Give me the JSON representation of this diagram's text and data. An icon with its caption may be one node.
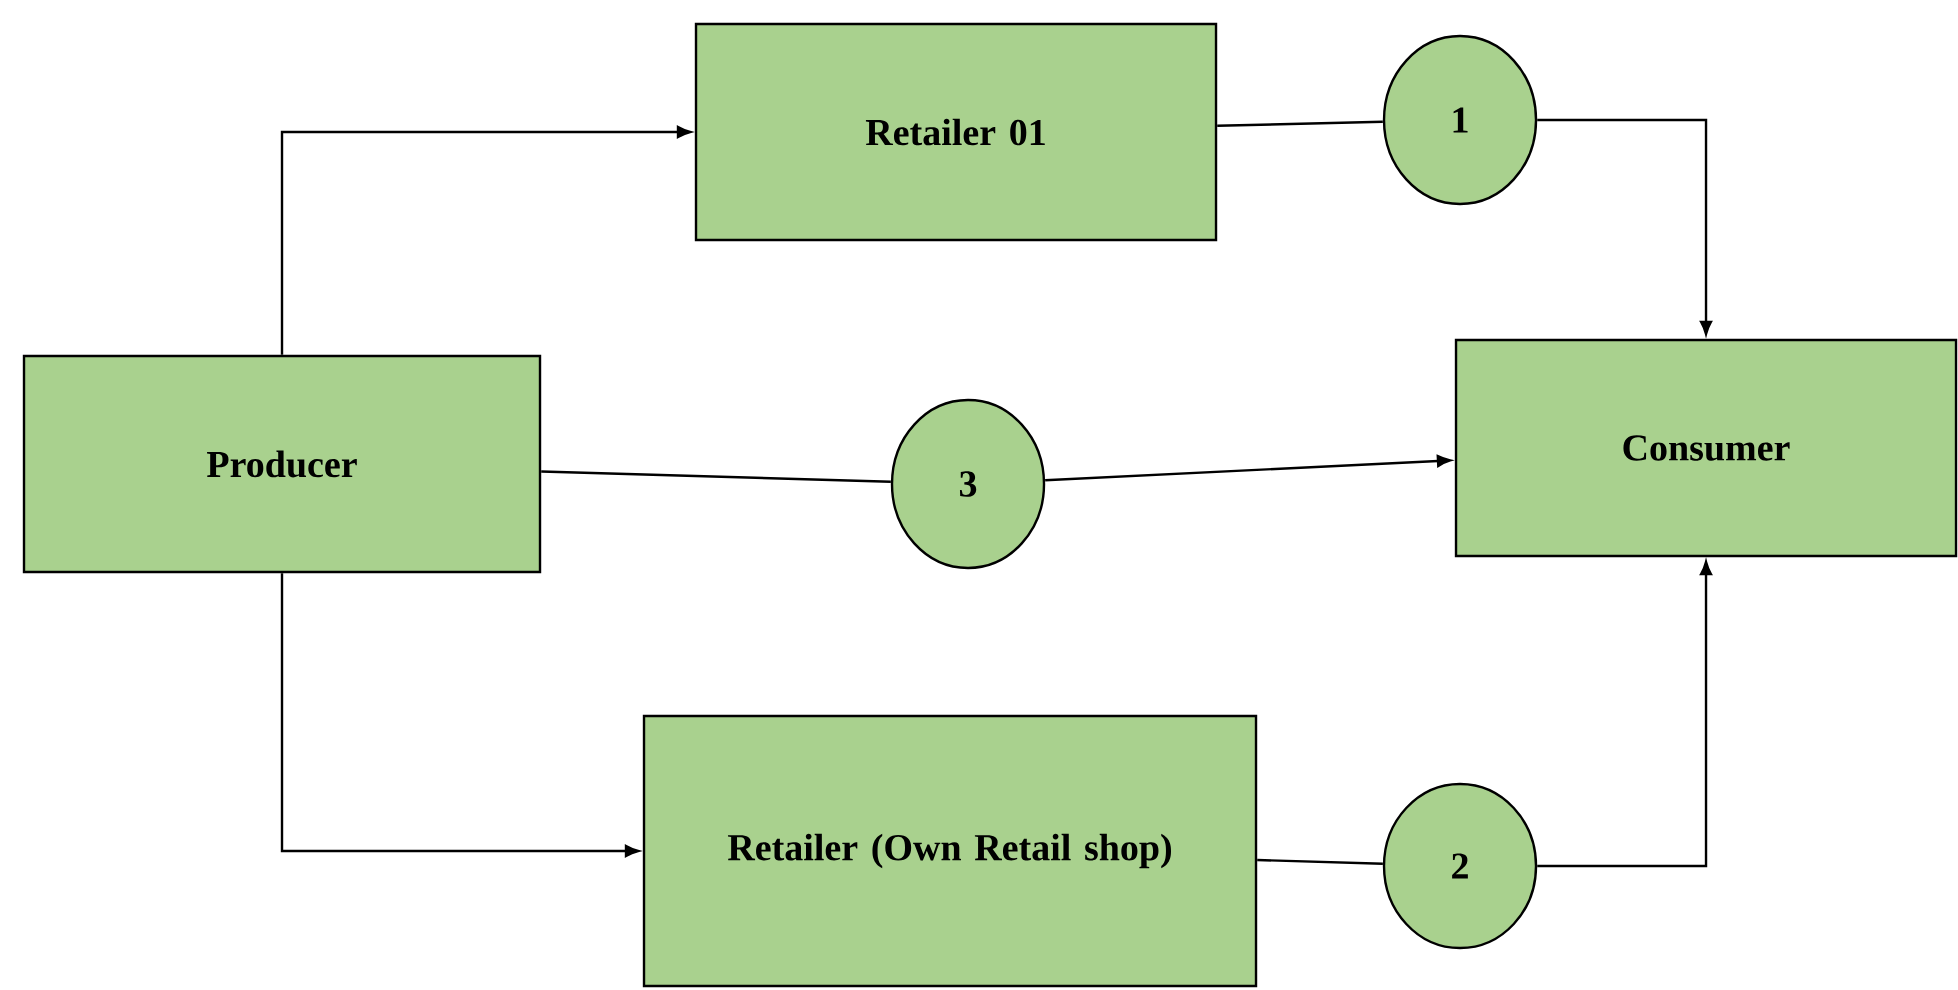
{
  "diagram": {
    "nodes": [
      {
        "text": [
          "Retailer 01"
        ]
      },
      {
        "text": [
          "1"
        ]
      },
      {
        "text": [
          "Producer"
        ]
      },
      {
        "text": [
          "3"
        ]
      },
      {
        "text": [
          "Consumer"
        ]
      },
      {
        "text": [
          "Retailer (Own Retail shop)"
        ]
      },
      {
        "text": [
          "2"
        ]
      }
    ],
    "edges": [
      {
        "from": 2,
        "to": 0,
        "arrow": "to"
      },
      {
        "from": 0,
        "to": 1,
        "arrow": "none"
      },
      {
        "from": 1,
        "to": 4,
        "arrow": "to"
      },
      {
        "from": 2,
        "to": 3,
        "arrow": "none"
      },
      {
        "from": 3,
        "to": 4,
        "arrow": "to"
      },
      {
        "from": 2,
        "to": 5,
        "arrow": "to"
      },
      {
        "from": 5,
        "to": 6,
        "arrow": "none"
      },
      {
        "from": 6,
        "to": 4,
        "arrow": "to"
      }
    ]
  }
}
